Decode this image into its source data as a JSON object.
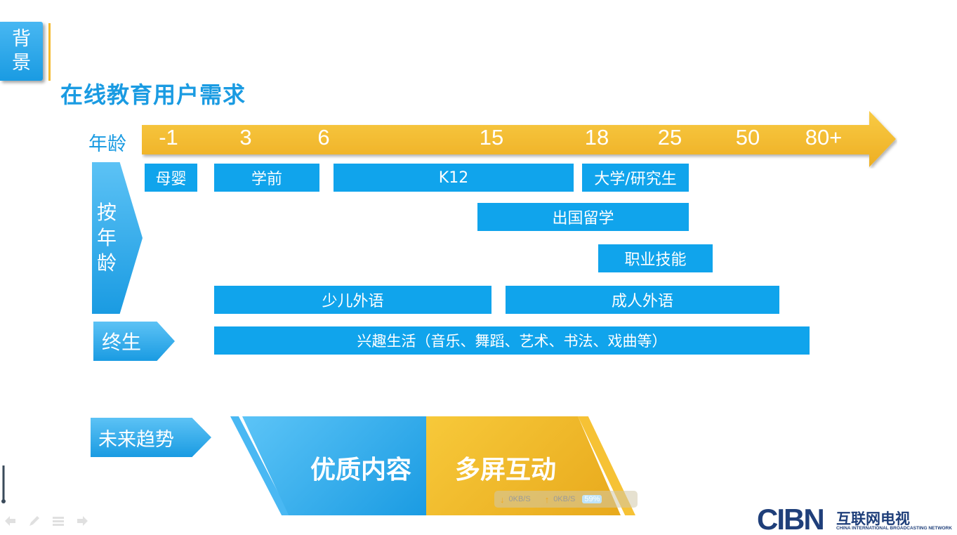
{
  "section_tab": {
    "chars": [
      "背",
      "景"
    ]
  },
  "title": "在线教育用户需求",
  "age_axis": {
    "label": "年龄",
    "ticks": [
      "-1",
      "3",
      "6",
      "15",
      "18",
      "25",
      "50",
      "80+"
    ]
  },
  "by_age": {
    "label_chars": [
      "按",
      "年",
      "龄"
    ],
    "segments": {
      "infant": "母婴",
      "preschool": "学前",
      "k12": "K12",
      "university": "大学/研究生",
      "study_abroad": "出国留学",
      "vocational": "职业技能",
      "kids_language": "少儿外语",
      "adult_language": "成人外语"
    }
  },
  "lifelong": {
    "label": "终生",
    "segment": "兴趣生活（音乐、舞蹈、艺术、书法、戏曲等）"
  },
  "future": {
    "label": "未来趋势",
    "quality": "优质内容",
    "multiscreen": "多屏互动"
  },
  "net_widget": {
    "down": "0KB/S",
    "up": "0KB/S",
    "percent": "59%"
  },
  "logo": {
    "mark": "CIBN",
    "chinese": "互联网电视",
    "english": "CHINA INTERNATIONAL BROADCASTING NETWORK"
  },
  "colors": {
    "blue": "#10a4ec",
    "title_blue": "#1a9be2",
    "orange": "#f5b92c",
    "navy": "#1f3f7a"
  },
  "icons": {
    "controls": [
      "arrow-left-icon",
      "pen-icon",
      "menu-icon",
      "arrow-right-icon"
    ]
  }
}
